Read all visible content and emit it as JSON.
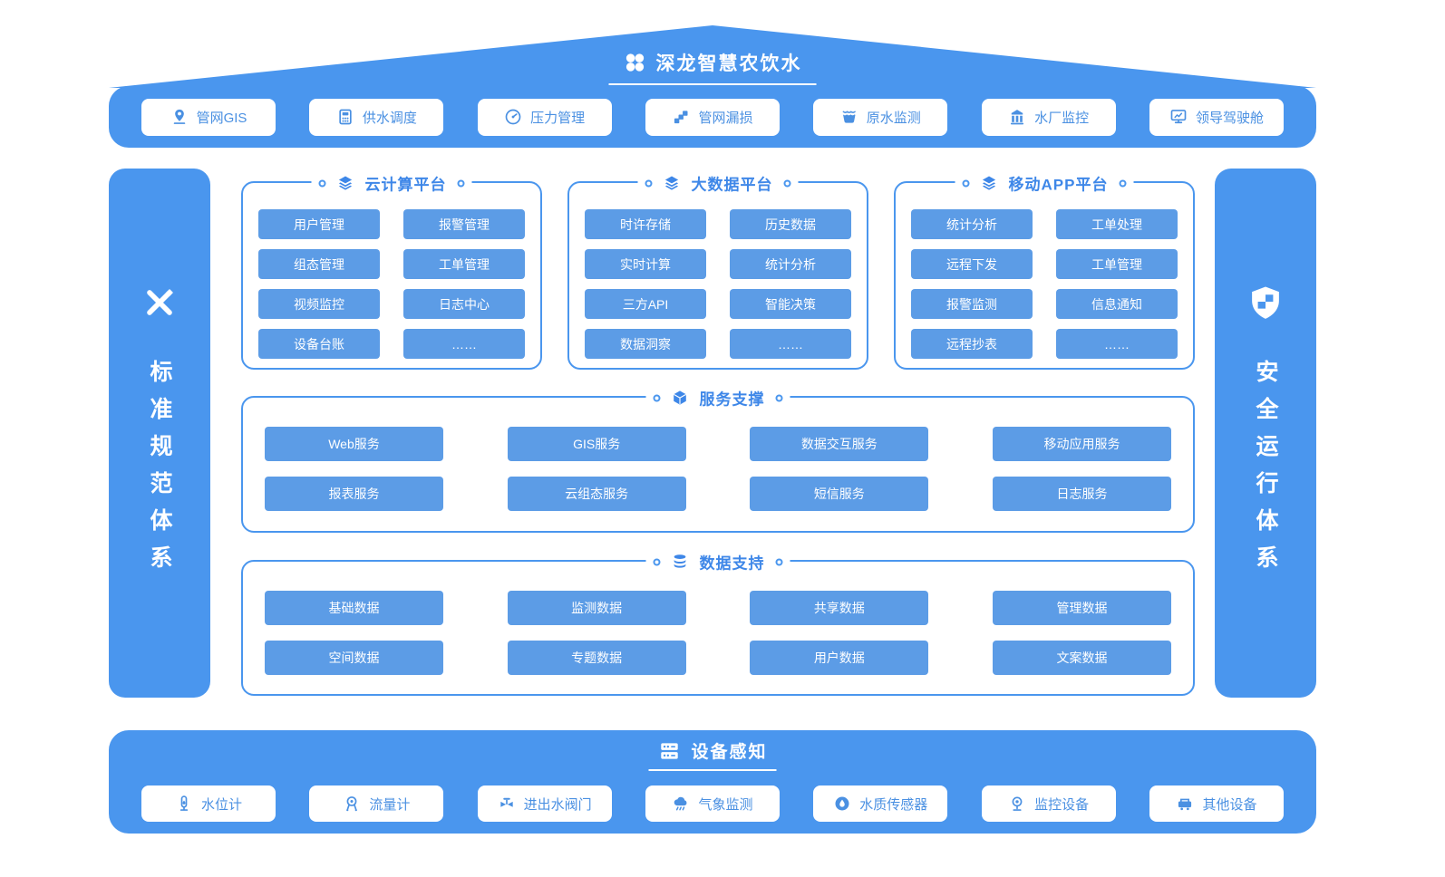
{
  "colors": {
    "primary": "#4A96EE",
    "chip": "#5C9CE6",
    "section_header_text": "#3E87E8",
    "bar_button_text": "#4A90E2",
    "background": "#FFFFFF"
  },
  "title": {
    "text": "深龙智慧农饮水",
    "icon": "clover-icon"
  },
  "top_bar": {
    "items": [
      {
        "label": "管网GIS",
        "icon": "map-pin-icon"
      },
      {
        "label": "供水调度",
        "icon": "control-panel-icon"
      },
      {
        "label": "压力管理",
        "icon": "gauge-icon"
      },
      {
        "label": "管网漏损",
        "icon": "pipe-leak-icon"
      },
      {
        "label": "原水监测",
        "icon": "raw-water-icon"
      },
      {
        "label": "水厂监控",
        "icon": "water-plant-icon"
      },
      {
        "label": "领导驾驶舱",
        "icon": "dashboard-screen-icon"
      }
    ]
  },
  "left_rail": {
    "label": "标准规范体系",
    "icon": "pencil-ruler-icon"
  },
  "right_rail": {
    "label": "安全运行体系",
    "icon": "shield-icon"
  },
  "platforms": [
    {
      "title": "云计算平台",
      "icon": "layers-icon",
      "items": [
        "用户管理",
        "报警管理",
        "组态管理",
        "工单管理",
        "视频监控",
        "日志中心",
        "设备台账",
        "……"
      ]
    },
    {
      "title": "大数据平台",
      "icon": "layers-icon",
      "items": [
        "时许存储",
        "历史数据",
        "实时计算",
        "统计分析",
        "三方API",
        "智能决策",
        "数据洞察",
        "……"
      ]
    },
    {
      "title": "移动APP平台",
      "icon": "layers-icon",
      "items": [
        "统计分析",
        "工单处理",
        "远程下发",
        "工单管理",
        "报警监测",
        "信息通知",
        "远程抄表",
        "……"
      ]
    }
  ],
  "service_section": {
    "title": "服务支撑",
    "icon": "cube-icon",
    "items": [
      "Web服务",
      "GIS服务",
      "数据交互服务",
      "移动应用服务",
      "报表服务",
      "云组态服务",
      "短信服务",
      "日志服务"
    ]
  },
  "data_section": {
    "title": "数据支持",
    "icon": "database-icon",
    "items": [
      "基础数据",
      "监测数据",
      "共享数据",
      "管理数据",
      "空间数据",
      "专题数据",
      "用户数据",
      "文案数据"
    ]
  },
  "device_bar": {
    "title": "设备感知",
    "icon": "server-icon",
    "items": [
      {
        "label": "水位计",
        "icon": "water-level-icon"
      },
      {
        "label": "流量计",
        "icon": "flow-meter-icon"
      },
      {
        "label": "进出水阀门",
        "icon": "valve-icon"
      },
      {
        "label": "气象监测",
        "icon": "weather-icon"
      },
      {
        "label": "水质传感器",
        "icon": "water-quality-icon"
      },
      {
        "label": "监控设备",
        "icon": "camera-icon"
      },
      {
        "label": "其他设备",
        "icon": "other-device-icon"
      }
    ]
  }
}
